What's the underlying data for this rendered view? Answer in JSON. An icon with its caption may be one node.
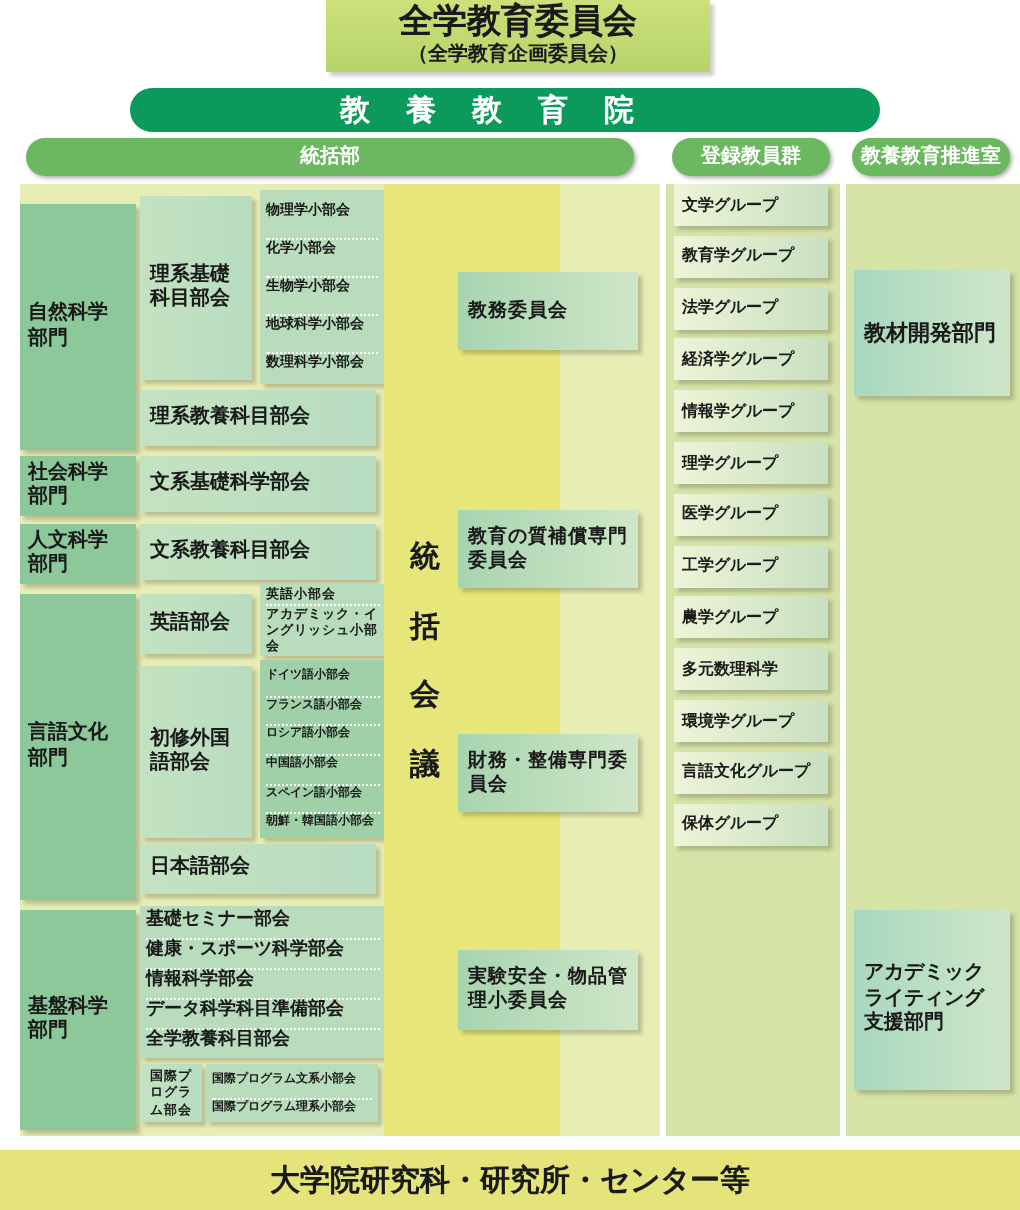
{
  "diagram": {
    "nodes": [
      {
        "text": [
          "全学教育委員会",
          "（全学教育企画委員会）"
        ]
      },
      {
        "text": [
          "教養教育院"
        ]
      },
      {
        "text": [
          "統括部"
        ]
      },
      {
        "text": [
          "自然科学部門"
        ],
        "in": 2
      },
      {
        "text": [
          "理系基礎科目部会"
        ],
        "in": 2
      },
      {
        "text": [
          "物理学小部会",
          "化学小部会",
          "生物学小部会",
          "地球科学小部会",
          "数理科学小部会"
        ],
        "in": 2
      },
      {
        "text": [
          "理系教養科目部会"
        ],
        "in": 2
      },
      {
        "text": [
          "社会科学部門"
        ],
        "in": 2
      },
      {
        "text": [
          "文系基礎科学部会"
        ],
        "in": 2
      },
      {
        "text": [
          "人文科学部門"
        ],
        "in": 2
      },
      {
        "text": [
          "文系教養科目部会"
        ],
        "in": 2
      },
      {
        "text": [
          "言語文化部門"
        ],
        "in": 2
      },
      {
        "text": [
          "英語部会"
        ],
        "in": 2
      },
      {
        "text": [
          "英語小部会",
          "アカデミック・イングリッシュ小部会"
        ],
        "in": 2
      },
      {
        "text": [
          "初修外国語部会"
        ],
        "in": 2
      },
      {
        "text": [
          "ドイツ語小部会",
          "フランス語小部会",
          "ロシア語小部会",
          "中国語小部会",
          "スペイン語小部会",
          "朝鮮・韓国語小部会"
        ],
        "in": 2
      },
      {
        "text": [
          "日本語部会"
        ],
        "in": 2
      },
      {
        "text": [
          "基盤科学部門"
        ],
        "in": 2
      },
      {
        "text": [
          "基礎セミナー部会",
          "健康・スポーツ科学部会",
          "情報科学部会",
          "データ科学科目準備部会",
          "全学教養科目部会"
        ],
        "in": 2
      },
      {
        "text": [
          "国際プログラム部会"
        ],
        "in": 2
      },
      {
        "text": [
          "国際プログラム文系小部会",
          "国際プログラム理系小部会"
        ],
        "in": 2
      },
      {
        "text": [
          "統括会議"
        ],
        "in": 2
      },
      {
        "text": [
          "教務委員会"
        ],
        "in": 2
      },
      {
        "text": [
          "教育の質補償専門委員会"
        ],
        "in": 2
      },
      {
        "text": [
          "財務・整備専門委員会"
        ],
        "in": 2
      },
      {
        "text": [
          "実験安全・物品管理小委員会"
        ],
        "in": 2
      },
      {
        "text": [
          "登録教員群"
        ]
      },
      {
        "text": [
          "文学グループ"
        ],
        "in": 26
      },
      {
        "text": [
          "教育学グループ"
        ],
        "in": 26
      },
      {
        "text": [
          "法学グループ"
        ],
        "in": 26
      },
      {
        "text": [
          "経済学グループ"
        ],
        "in": 26
      },
      {
        "text": [
          "情報学グループ"
        ],
        "in": 26
      },
      {
        "text": [
          "理学グループ"
        ],
        "in": 26
      },
      {
        "text": [
          "医学グループ"
        ],
        "in": 26
      },
      {
        "text": [
          "工学グループ"
        ],
        "in": 26
      },
      {
        "text": [
          "農学グループ"
        ],
        "in": 26
      },
      {
        "text": [
          "多元数理科学"
        ],
        "in": 26
      },
      {
        "text": [
          "環境学グループ"
        ],
        "in": 26
      },
      {
        "text": [
          "言語文化グループ"
        ],
        "in": 26
      },
      {
        "text": [
          "保体グループ"
        ],
        "in": 26
      },
      {
        "text": [
          "教養教育推進室"
        ]
      },
      {
        "text": [
          "教材開発部門"
        ],
        "in": 40
      },
      {
        "text": [
          "アカデミックライティング支援部門"
        ],
        "in": 40
      },
      {
        "text": [
          "大学院研究科・研究所・センター等"
        ]
      }
    ]
  }
}
